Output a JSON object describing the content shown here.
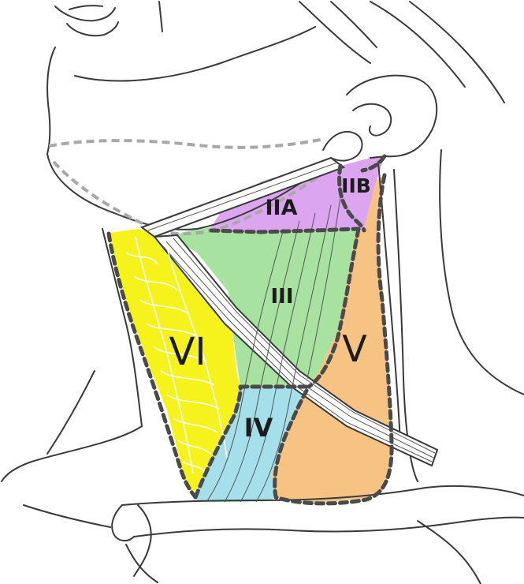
{
  "regions": [
    {
      "id": "IIA",
      "label": "IIA",
      "color": "#dba6ef"
    },
    {
      "id": "IIB",
      "label": "IIB",
      "color": "#dba6ef"
    },
    {
      "id": "III",
      "label": "III",
      "color": "#a7e2a0"
    },
    {
      "id": "IV",
      "label": "IV",
      "color": "#a5e0ea"
    },
    {
      "id": "V",
      "label": "V",
      "color": "#f6c383"
    },
    {
      "id": "VI",
      "label": "VI",
      "color": "#f6f21c"
    }
  ],
  "colors": {
    "line": "#3a3a3a",
    "boundary": "#4a4a4a",
    "jaw_outline": "#a8a8a8"
  }
}
